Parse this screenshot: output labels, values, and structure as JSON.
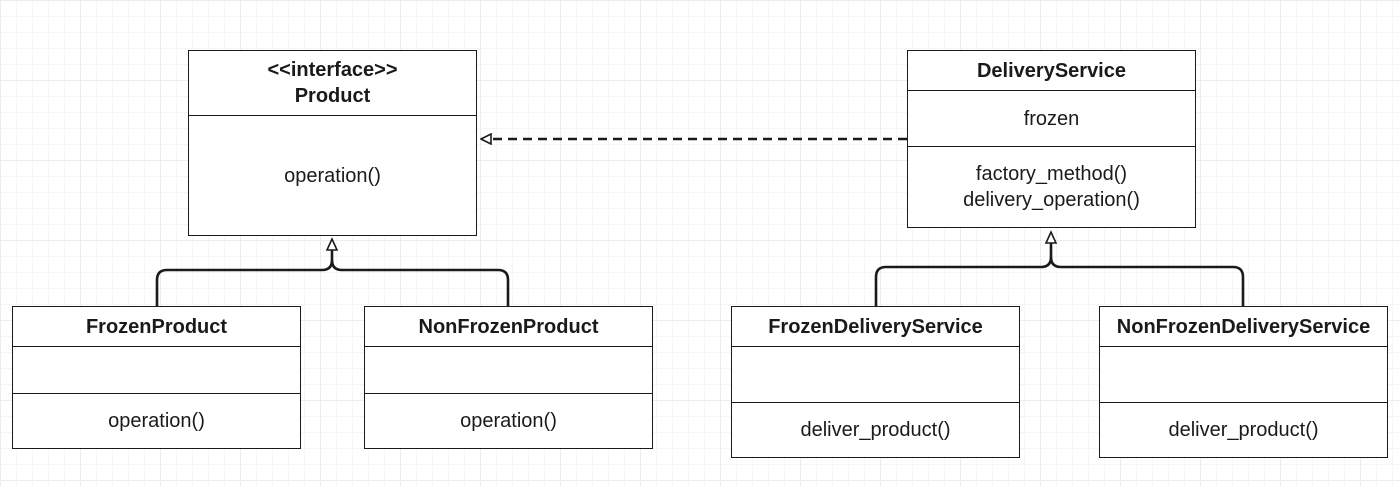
{
  "diagram": {
    "classes": {
      "product": {
        "stereotype": "<<interface>>",
        "name": "Product",
        "attributes": [],
        "methods": [
          "operation()"
        ]
      },
      "delivery_service": {
        "name": "DeliveryService",
        "attributes": [
          "frozen"
        ],
        "methods": [
          "factory_method()",
          "delivery_operation()"
        ]
      },
      "frozen_product": {
        "name": "FrozenProduct",
        "attributes": [],
        "methods": [
          "operation()"
        ]
      },
      "non_frozen_product": {
        "name": "NonFrozenProduct",
        "attributes": [],
        "methods": [
          "operation()"
        ]
      },
      "frozen_delivery_service": {
        "name": "FrozenDeliveryService",
        "attributes": [],
        "methods": [
          "deliver_product()"
        ]
      },
      "non_frozen_delivery_service": {
        "name": "NonFrozenDeliveryService",
        "attributes": [],
        "methods": [
          "deliver_product()"
        ]
      }
    },
    "relations": [
      {
        "type": "dependency",
        "from": "DeliveryService",
        "to": "Product"
      },
      {
        "type": "inheritance",
        "from": "FrozenProduct",
        "to": "Product"
      },
      {
        "type": "inheritance",
        "from": "NonFrozenProduct",
        "to": "Product"
      },
      {
        "type": "inheritance",
        "from": "FrozenDeliveryService",
        "to": "DeliveryService"
      },
      {
        "type": "inheritance",
        "from": "NonFrozenDeliveryService",
        "to": "DeliveryService"
      }
    ],
    "colors": {
      "line": "#1a1a1a",
      "background": "#ffffff",
      "grid": "#ececec"
    }
  }
}
